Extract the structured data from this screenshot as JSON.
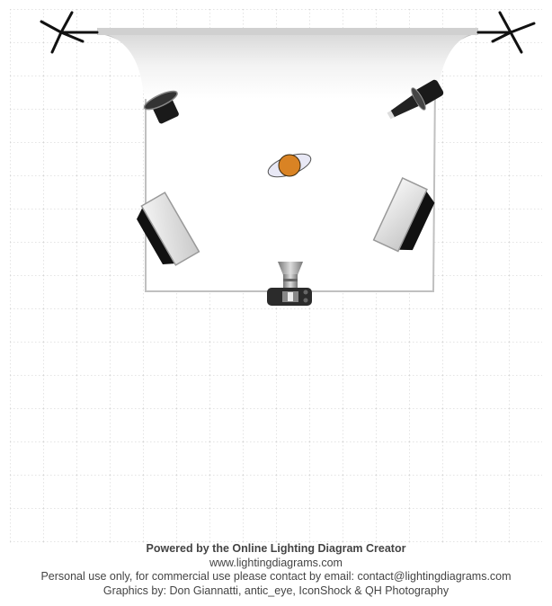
{
  "footer": {
    "powered_by": "Powered by the Online Lighting Diagram Creator",
    "website": "www.lightingdiagrams.com",
    "license": "Personal use only, for commercial use please contact by email: contact@lightingdiagrams.com",
    "credits": "Graphics by: Don Giannatti, antic_eye, IconShock & QH Photography"
  },
  "colors": {
    "subject": "#d98324",
    "grid": "#c8c8c8",
    "backdrop_edge": "#c0c0c0",
    "footer_text": "#444444"
  }
}
